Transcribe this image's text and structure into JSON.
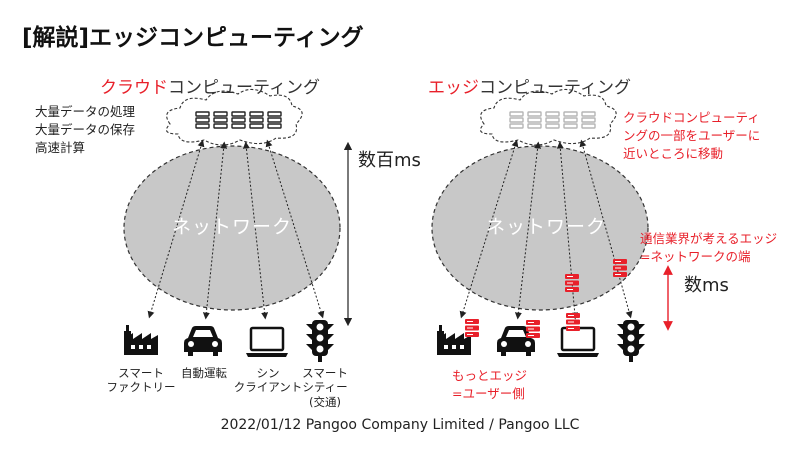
{
  "title": "[解説]エッジコンピューティング",
  "left_panel": {
    "heading_accent": "クラウド",
    "heading_rest": "コンピューティング",
    "desc": [
      "大量データの処理",
      "大量データの保存",
      "高速計算"
    ],
    "network_label": "ネットワーク",
    "latency_label": "数百ms",
    "devices": [
      {
        "icon": "factory-icon",
        "caption": [
          "スマート",
          "ファクトリー"
        ]
      },
      {
        "icon": "car-icon",
        "caption": [
          "自動運転"
        ]
      },
      {
        "icon": "laptop-icon",
        "caption": [
          "シン",
          "クライアント"
        ]
      },
      {
        "icon": "traffic-light-icon",
        "caption": [
          "スマート",
          "シティー",
          "(交通)"
        ]
      }
    ]
  },
  "right_panel": {
    "heading_accent": "エッジ",
    "heading_rest": "コンピューティング",
    "cloud_note": [
      "クラウドコンピューティ",
      "ングの一部をユーザーに",
      "近いところに移動"
    ],
    "network_label": "ネットワーク",
    "edge_note": [
      "通信業界が考えるエッジ",
      "=ネットワークの端"
    ],
    "latency_label": "数ms",
    "device_note": [
      "もっとエッジ",
      "=ユーザー側"
    ]
  },
  "footer": "2022/01/12 Pangoo Company Limited / Pangoo LLC",
  "colors": {
    "accent": "#e8202a",
    "network_fill": "#c8c8c8",
    "icon": "#111111"
  }
}
